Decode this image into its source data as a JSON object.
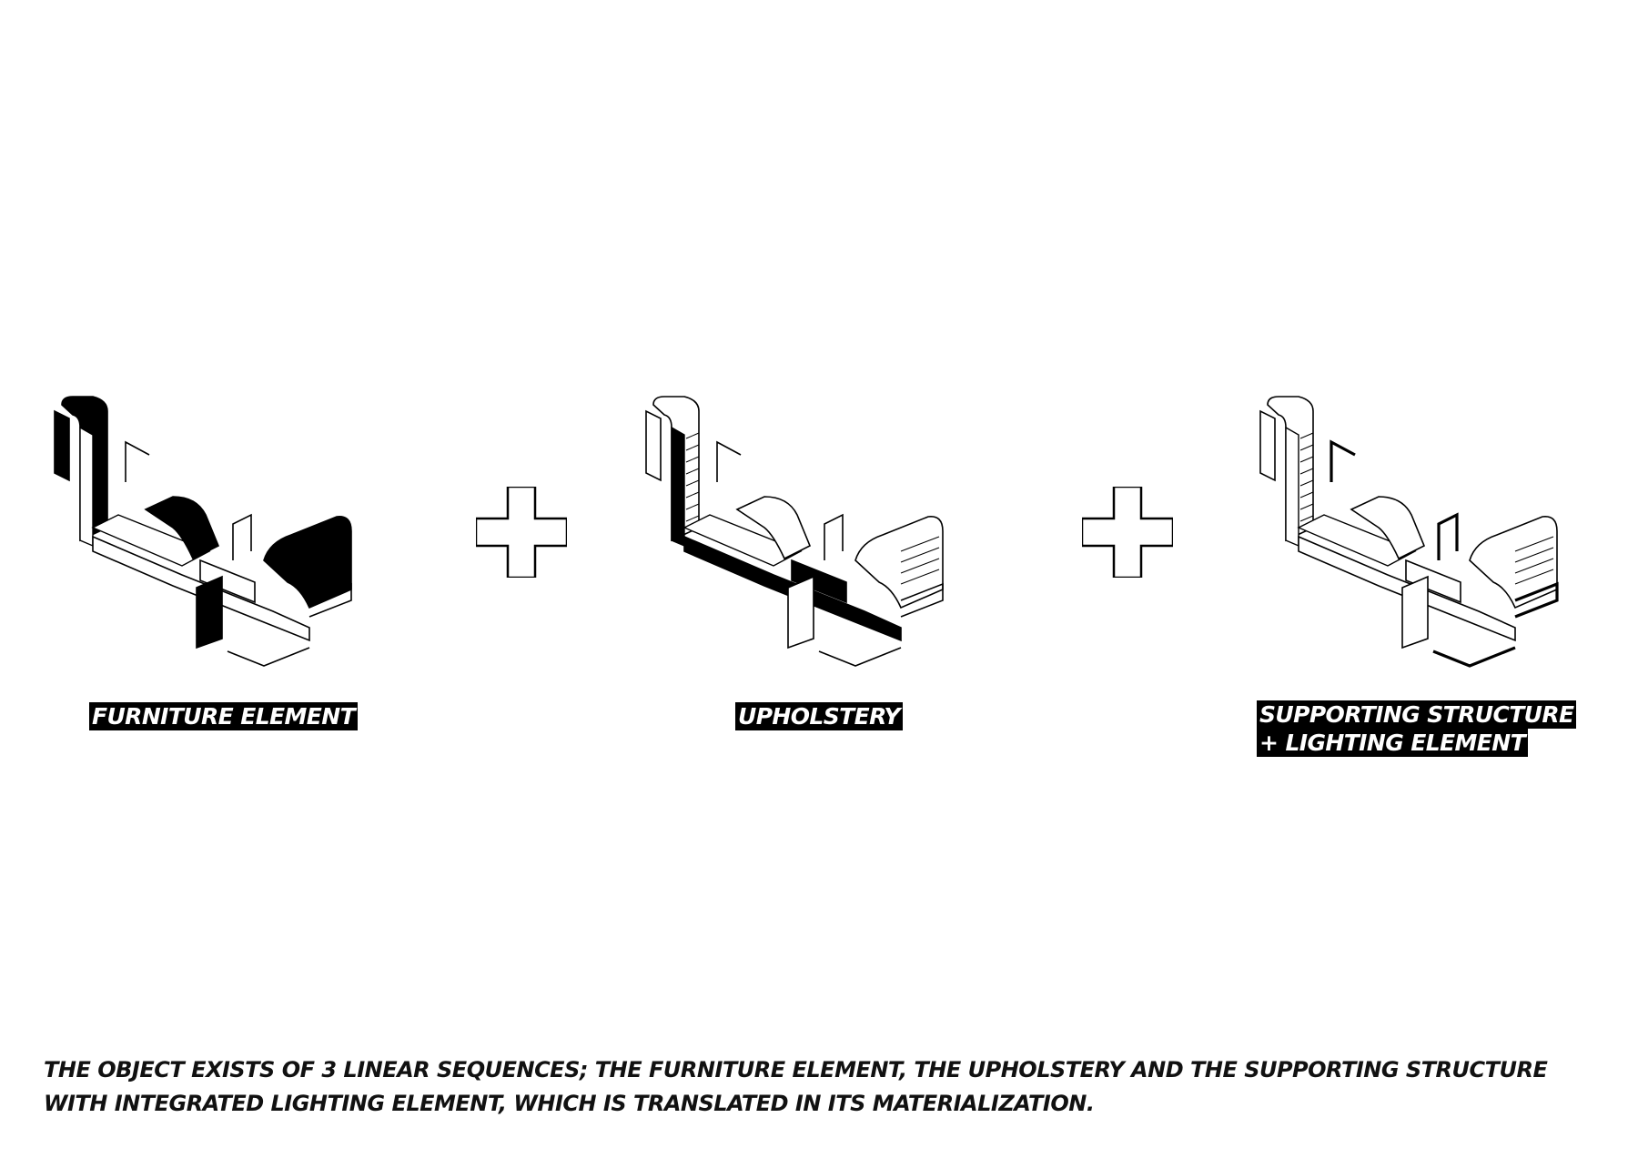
{
  "components": [
    {
      "id": "furniture",
      "lines": [
        "FURNITURE ELEMENT"
      ],
      "highlight": "furniture"
    },
    {
      "id": "upholstery",
      "lines": [
        "UPHOLSTERY"
      ],
      "highlight": "upholstery"
    },
    {
      "id": "structure",
      "lines": [
        "SUPPORTING STRUCTURE",
        "+ LIGHTING ELEMENT"
      ],
      "highlight": "structure"
    }
  ],
  "operators": [
    "plus-icon",
    "plus-icon"
  ],
  "caption": [
    "THE OBJECT EXISTS OF 3 LINEAR SEQUENCES; THE FURNITURE ELEMENT, THE UPHOLSTERY AND THE SUPPORTING STRUCTURE",
    "WITH INTEGRATED LIGHTING ELEMENT, WHICH IS TRANSLATED IN ITS MATERIALIZATION."
  ],
  "colors": {
    "ink": "#000000",
    "paper": "#ffffff"
  }
}
